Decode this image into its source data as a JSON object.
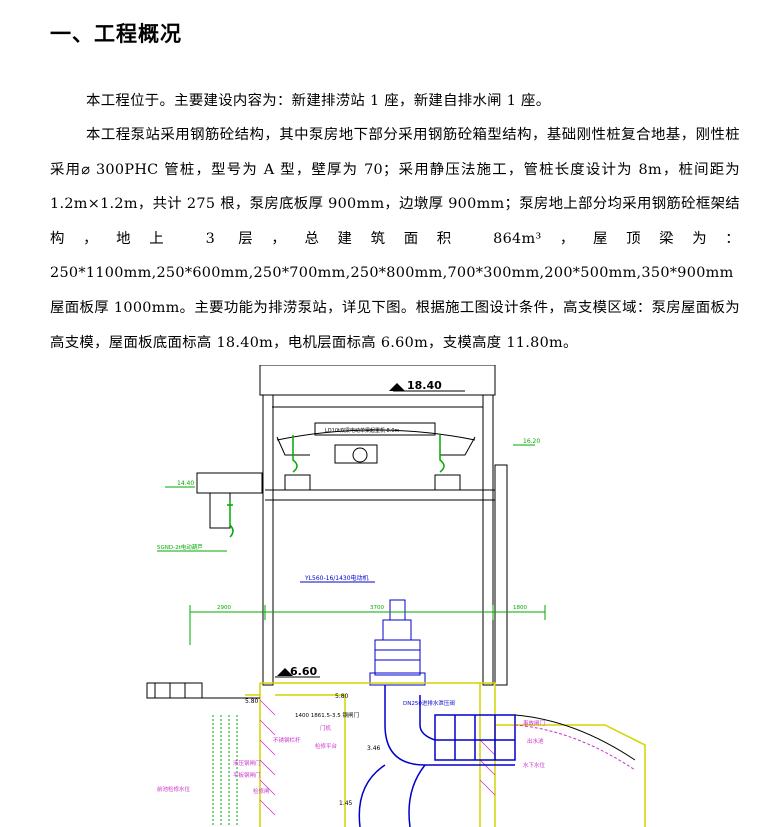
{
  "heading": "一、工程概况",
  "paragraphs": [
    "本工程位于。主要建设内容为：新建排涝站 1 座，新建自排水闸 1 座。",
    "本工程泵站采用钢筋砼结构，其中泵房地下部分采用钢筋砼箱型结构，基础刚性桩复合地基，刚性桩采用⌀ 300PHC 管桩，型号为 A 型，壁厚为 70；采用静压法施工，管桩长度设计为 8m，桩间距为 1.2m×1.2m，共计 275 根，泵房底板厚 900mm，边墩厚 900mm；泵房地上部分均采用钢筋砼框架结构，地上 3 层，总建筑面积 864m³，屋顶梁为：250*1100mm,250*600mm,250*700mm,250*800mm,700*300mm,200*500mm,350*900mm 屋面板厚 1000mm。主要功能为排涝泵站，详见下图。根据施工图设计条件，高支模区域：泵房屋面板为高支模，屋面板底面标高 18.40m，电机层面标高 6.60m，支模高度 11.80m。"
  ],
  "drawing": {
    "elev_roof": "18.40",
    "elev_motor": "6.60",
    "elev_1620": "16.20",
    "elev_1440": "14.40",
    "elev_580": "5.80",
    "elev_580b": "5.80",
    "elev_346": "3.46",
    "elev_145": "1.45",
    "crane_label": "LD10t双梁电动单梁起重机 8.0m",
    "motor_label": "YL560-16/1430电动机",
    "hoist_label": "5GND-2t电动葫芦",
    "dim_left": "2900",
    "dim_mid": "3700",
    "dim_right": "1800",
    "pipe_label": "DN250进排水泄压阀",
    "valve_label": "1400 1861.5-3.5 钢闸门",
    "lbl_a": "不锈钢栏杆",
    "lbl_b": "门机",
    "lbl_c": "检修平台",
    "lbl_d": "液压钢闸门",
    "lbl_e": "平板钢闸门",
    "lbl_f": "检修闸",
    "lbl_g": "事故闸门",
    "lbl_h": "出水池",
    "lbl_i": "前池检修水位",
    "lbl_j": "水下水位"
  }
}
